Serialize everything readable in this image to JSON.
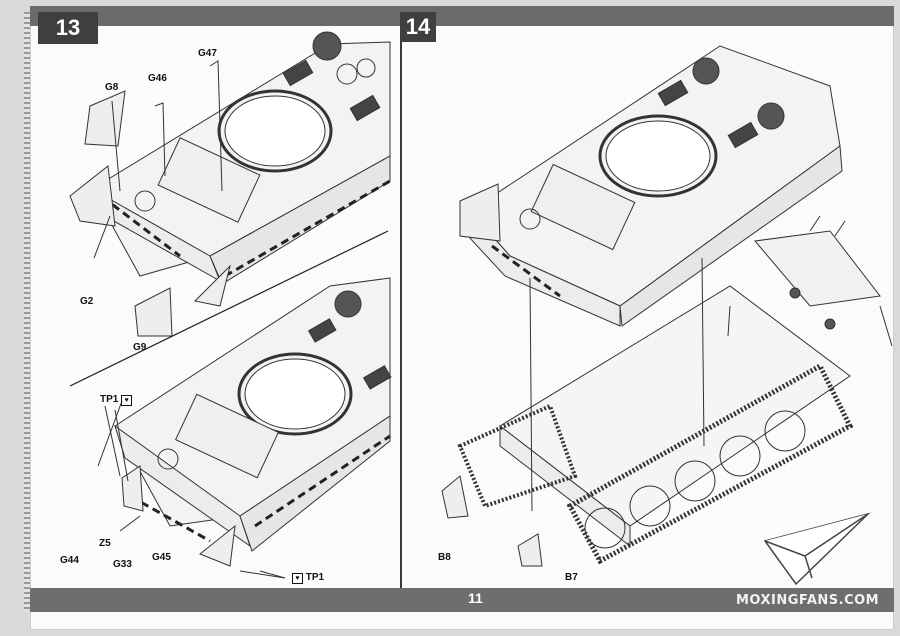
{
  "page_number": "11",
  "watermark": "MOXINGFANS.COM",
  "steps": [
    {
      "number": "13",
      "parts_top": [
        "G8",
        "G46",
        "G47",
        "G2",
        "G9"
      ],
      "parts_bottom": [
        "TP1",
        "Z5",
        "G44",
        "G33",
        "G45",
        "TP1"
      ]
    },
    {
      "number": "14",
      "parts": [
        "B8",
        "B7"
      ]
    }
  ],
  "icons": {
    "tp1_icon": "glue-symbol-icon",
    "logo": "paper-plane-logo-icon"
  }
}
